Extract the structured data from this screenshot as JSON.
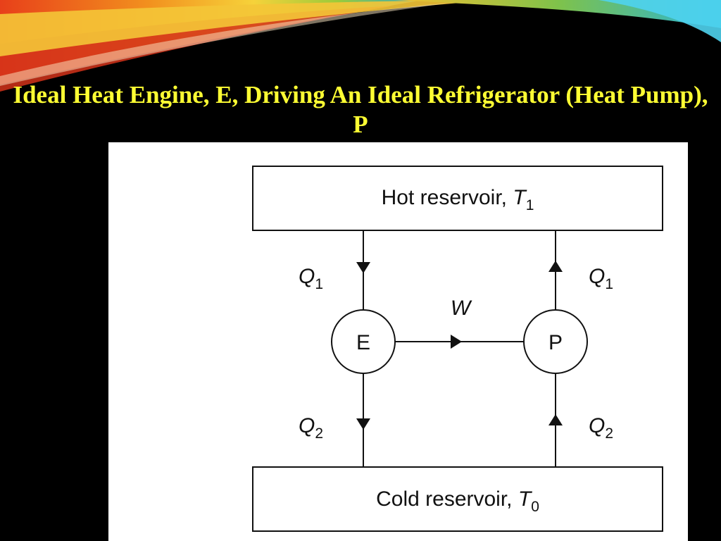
{
  "slide": {
    "title": "Ideal Heat Engine, E, Driving An Ideal Refrigerator (Heat Pump), P"
  },
  "diagram": {
    "hot_reservoir": {
      "label": "Hot reservoir, ",
      "symbol": "T",
      "subscript": "1"
    },
    "cold_reservoir": {
      "label": "Cold reservoir, ",
      "symbol": "T",
      "subscript": "0"
    },
    "engine": {
      "label": "E"
    },
    "pump": {
      "label": "P"
    },
    "work": {
      "label": "W"
    },
    "heat_q1_engine": {
      "symbol": "Q",
      "subscript": "1"
    },
    "heat_q2_engine": {
      "symbol": "Q",
      "subscript": "2"
    },
    "heat_q1_pump": {
      "symbol": "Q",
      "subscript": "1"
    },
    "heat_q2_pump": {
      "symbol": "Q",
      "subscript": "2"
    }
  },
  "colors": {
    "background": "#000000",
    "title": "#ffff33",
    "panel": "#ffffff",
    "line": "#111111"
  }
}
